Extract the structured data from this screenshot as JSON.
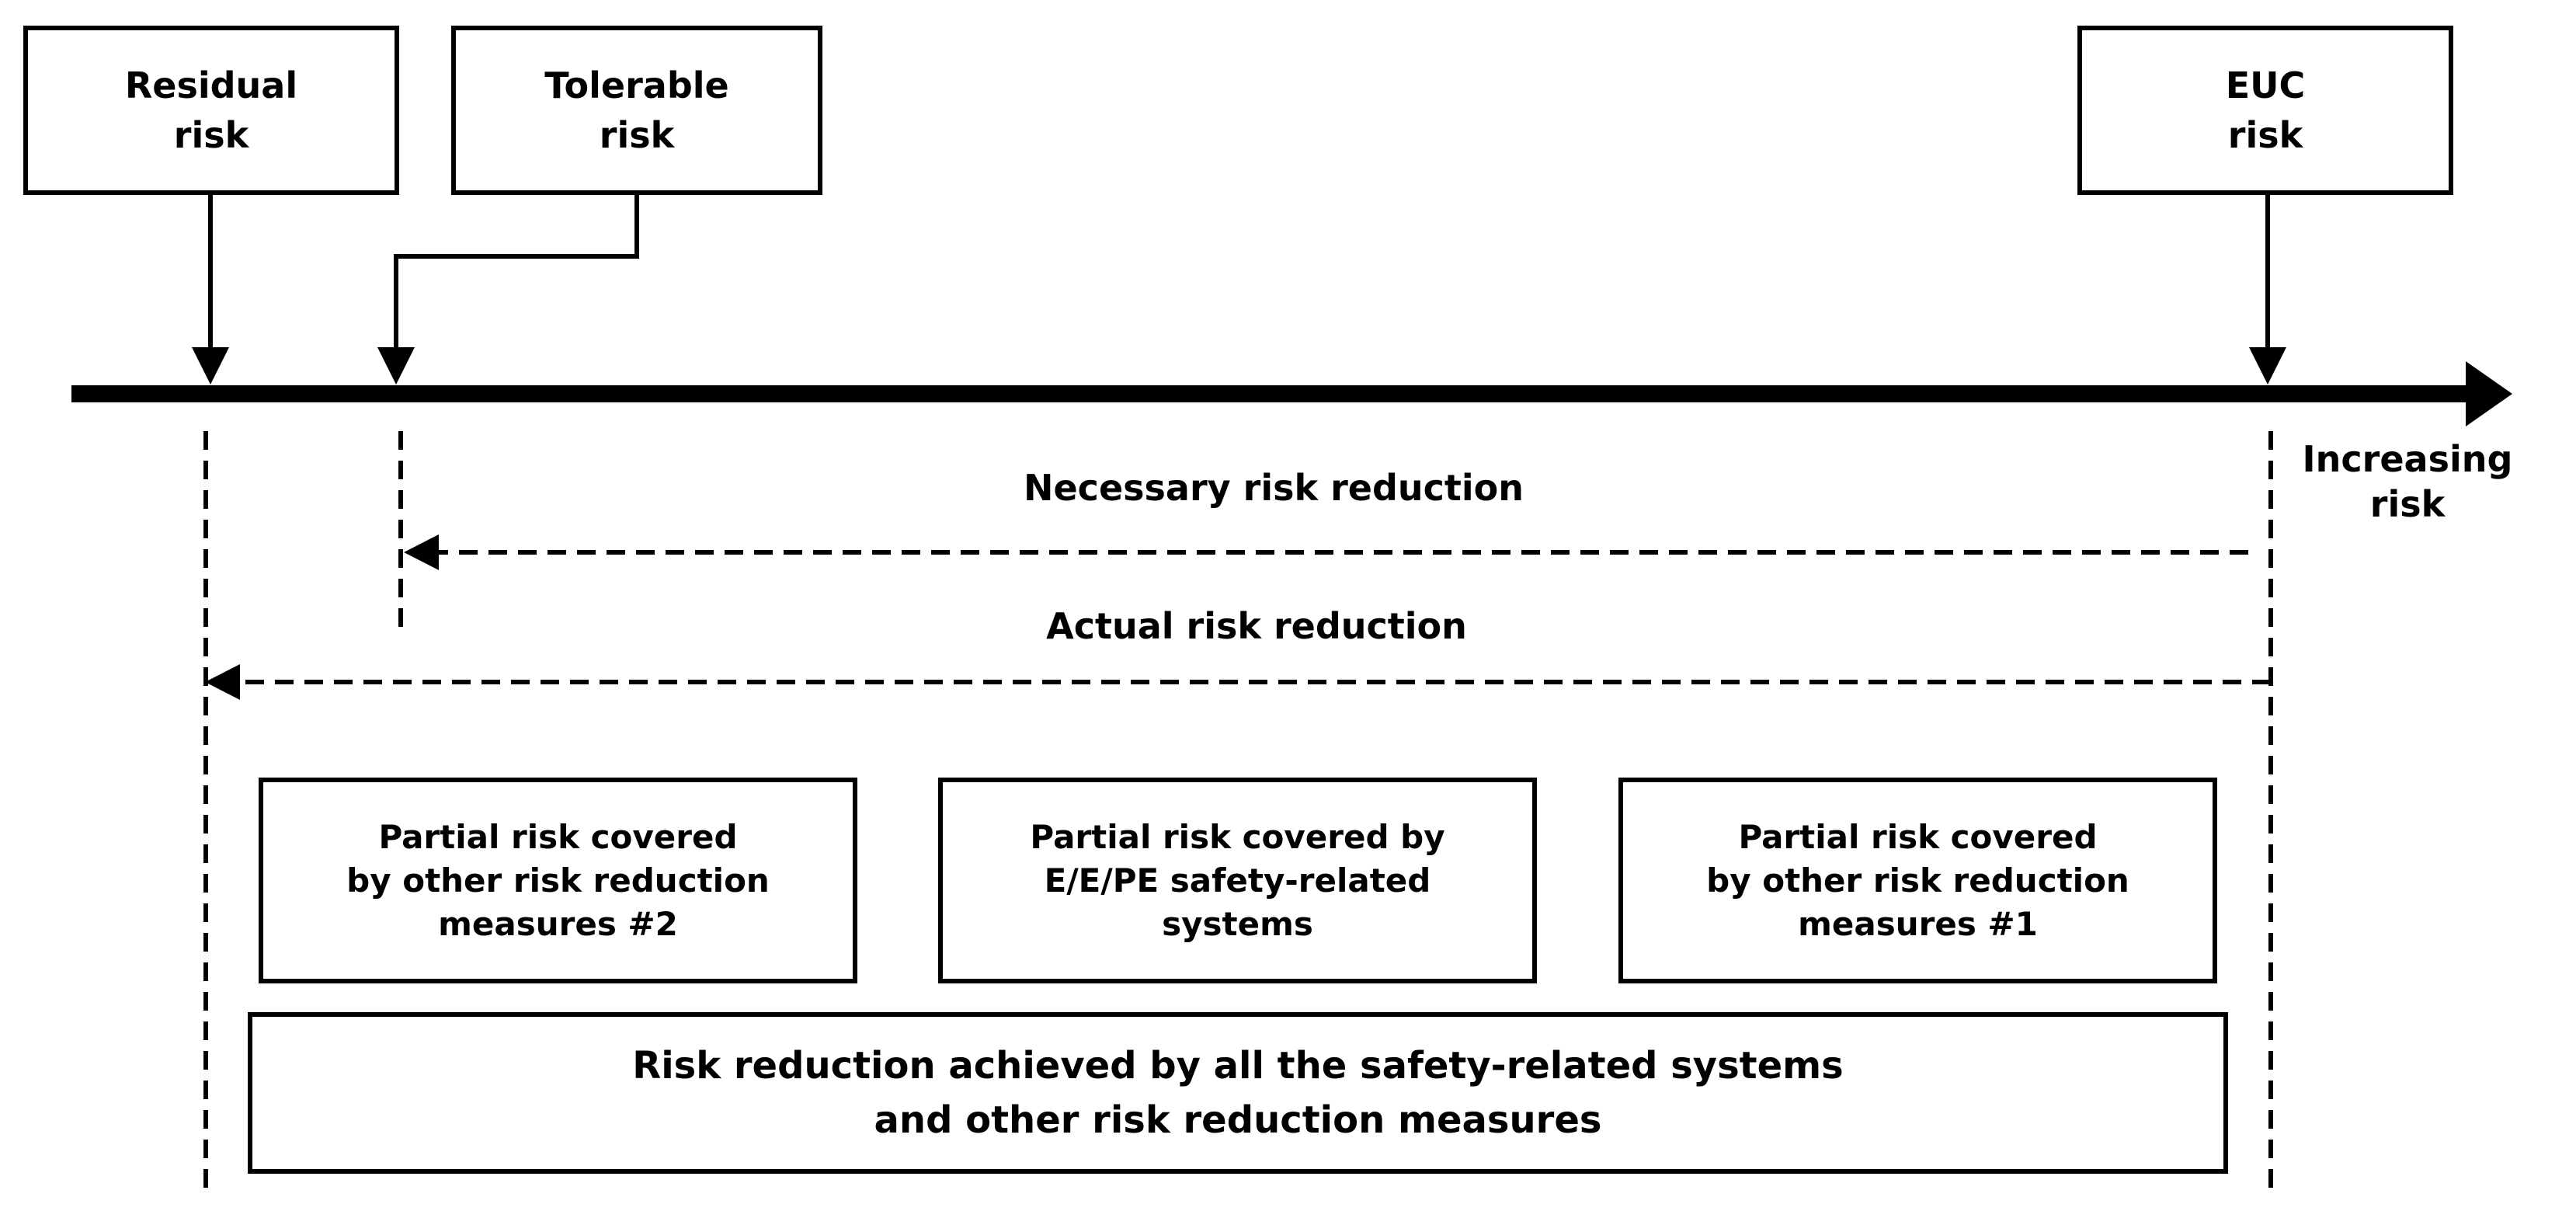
{
  "diagram": {
    "top_boxes": {
      "residual": "Residual\nrisk",
      "tolerable": "Tolerable\nrisk",
      "euc": "EUC\nrisk"
    },
    "axis_label": "Increasing\nrisk",
    "necessary_reduction": "Necessary risk reduction",
    "actual_reduction": "Actual risk reduction",
    "partial_boxes": {
      "other_measures_2": "Partial risk covered\nby other risk reduction\nmeasures #2",
      "eepe_systems": "Partial risk covered by\nE/E/PE safety-related\nsystems",
      "other_measures_1": "Partial risk covered\nby other risk reduction\nmeasures #1"
    },
    "total_reduction": "Risk reduction achieved by all the safety-related systems\nand other risk reduction measures",
    "colors": {
      "line": "#000000",
      "background": "#ffffff"
    }
  }
}
